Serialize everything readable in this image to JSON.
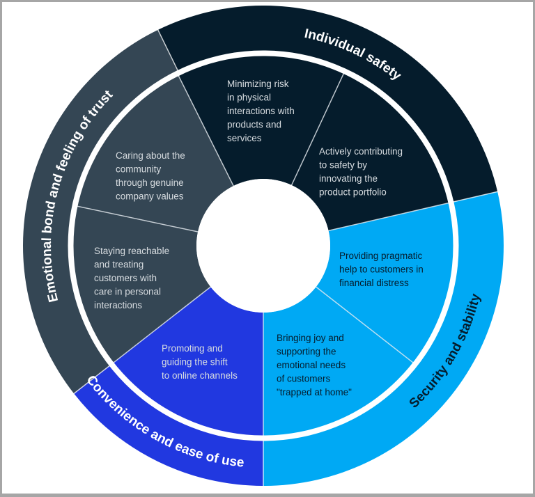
{
  "colors": {
    "emotional": "#344654",
    "safety": "#051C2C",
    "convenience": "#2138E0",
    "security": "#00A9F4",
    "divider": "#ffffff",
    "light_text": "#D7DCE0",
    "dark_text": "#051C2C"
  },
  "categories": [
    {
      "id": "emotional",
      "label": "Emotional bond and feeling of trust",
      "text_color": "light",
      "segments": [
        {
          "lines": [
            "Caring about the",
            "community",
            "through genuine",
            "company values"
          ]
        },
        {
          "lines": [
            "Staying reachable",
            "and treating",
            "customers with",
            "care in personal",
            "interactions"
          ]
        }
      ]
    },
    {
      "id": "safety",
      "label": "Individual safety",
      "text_color": "light",
      "segments": [
        {
          "lines": [
            "Minimizing risk",
            "in physical",
            "interactions with",
            "products and",
            "services"
          ]
        },
        {
          "lines": [
            "Actively contributing",
            "to safety by",
            "innovating the",
            "product portfolio"
          ]
        }
      ]
    },
    {
      "id": "security",
      "label": "Security and stability",
      "text_color": "dark",
      "segments": [
        {
          "lines": [
            "Providing pragmatic",
            "help to customers in",
            "financial distress"
          ]
        },
        {
          "lines": [
            "Bringing joy and",
            "supporting the",
            "emotional needs",
            "of customers",
            "\"trapped at home\""
          ]
        }
      ]
    },
    {
      "id": "convenience",
      "label": "Convenience and ease of use",
      "text_color": "light",
      "segments": [
        {
          "lines": [
            "Promoting and",
            "guiding the shift",
            "to online channels"
          ]
        }
      ]
    }
  ]
}
